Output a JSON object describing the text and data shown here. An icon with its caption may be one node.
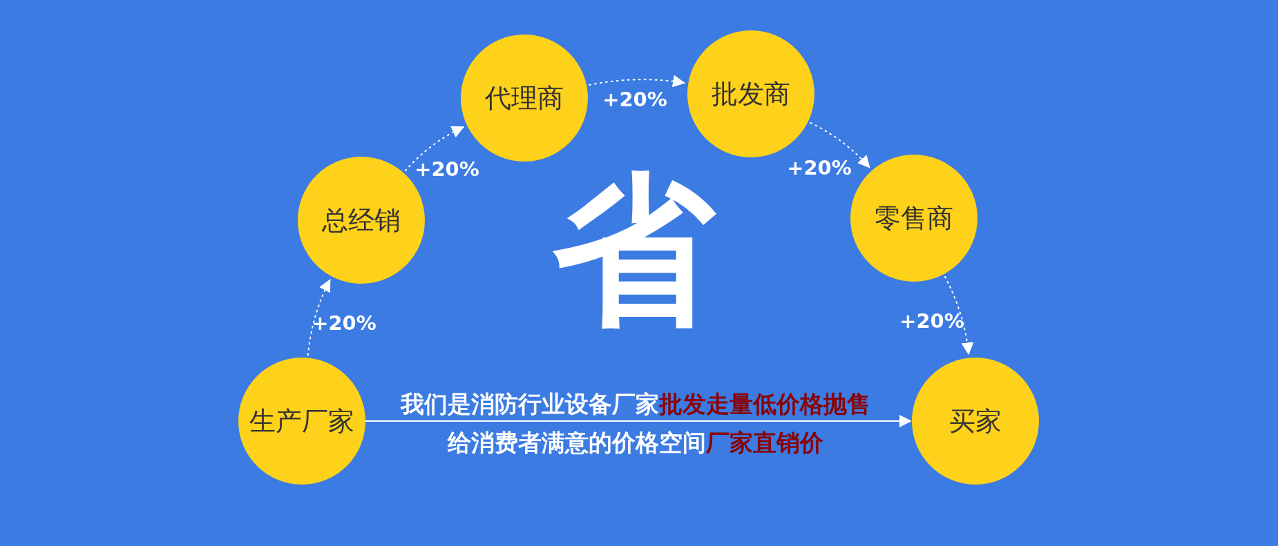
{
  "diagram": {
    "nodes": [
      {
        "text": [
          "生产厂家"
        ]
      },
      {
        "text": [
          "总经销"
        ]
      },
      {
        "text": [
          "代理商"
        ]
      },
      {
        "text": [
          "批发商"
        ]
      },
      {
        "text": [
          "零售商"
        ]
      },
      {
        "text": [
          "买家"
        ]
      }
    ],
    "edges": [
      {
        "from": 0,
        "to": 1,
        "arrow": "to",
        "label": "+20%",
        "style": "dashed"
      },
      {
        "from": 1,
        "to": 2,
        "arrow": "to",
        "label": "+20%",
        "style": "dashed"
      },
      {
        "from": 2,
        "to": 3,
        "arrow": "to",
        "label": "+20%",
        "style": "dashed"
      },
      {
        "from": 3,
        "to": 4,
        "arrow": "to",
        "label": "+20%",
        "style": "dashed"
      },
      {
        "from": 4,
        "to": 5,
        "arrow": "to",
        "label": "+20%",
        "style": "dashed"
      },
      {
        "from": 0,
        "to": 5,
        "arrow": "to"
      }
    ],
    "labels": [
      "省",
      "我们是消防行业设备厂家",
      "批发走量低价格抛售",
      "给消费者满意的价格空间",
      "厂家直销价"
    ]
  }
}
